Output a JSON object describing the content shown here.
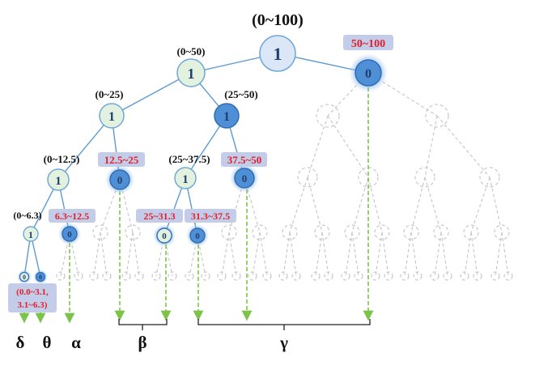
{
  "colors": {
    "active_fill": "#4f8fd6",
    "active_stroke": "#2f6db8",
    "light_fill": "#e3f1df",
    "light_stroke": "#6fa8d8",
    "root_fill": "#dbe6f6",
    "line_blue": "#5d9bd0",
    "ghost": "#c9c9c9",
    "arrow_green": "#7cc34a",
    "label_red": "#e0202a",
    "label_bg": "#c3cdea",
    "number_dark": "#1f3f6e"
  },
  "labels": {
    "root": "(0~100)",
    "n0_50": "(0~50)",
    "n50_100": "50~100",
    "n0_25": "(0~25)",
    "n25_50": "(25~50)",
    "n0_12": "(0~12.5)",
    "n12_25": "12.5~25",
    "n25_37": "(25~37.5)",
    "n37_50": "37.5~50",
    "n0_6": "(0~6.3)",
    "n6_12": "6.3~12.5",
    "n25_31": "25~31.3",
    "n31_37": "31.3~37.5",
    "leaf_line1": "(0.0~3.1,",
    "leaf_line2": "3.1~6.3)"
  },
  "nodes": {
    "root": "1",
    "n0_50": "1",
    "n50_100": "0",
    "n0_25": "1",
    "n25_50": "1",
    "n0_12": "1",
    "n12_25": "0",
    "n25_37": "1",
    "n37_50": "0",
    "n0_6": "1",
    "n6_12": "0",
    "n25_31": "0",
    "n31_37": "0",
    "leaf_a": "0",
    "leaf_b": "0"
  },
  "bands": {
    "delta": "δ",
    "theta": "θ",
    "alpha": "α",
    "beta": "β",
    "gamma": "γ"
  }
}
